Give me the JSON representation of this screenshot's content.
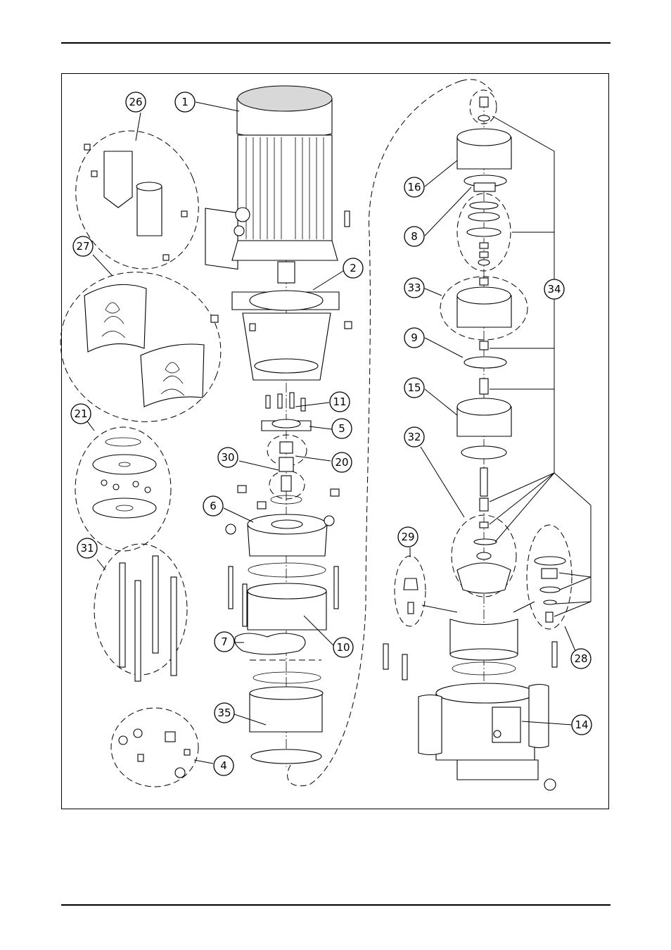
{
  "callouts": [
    {
      "id": "1"
    },
    {
      "id": "2"
    },
    {
      "id": "4"
    },
    {
      "id": "5"
    },
    {
      "id": "6"
    },
    {
      "id": "7"
    },
    {
      "id": "8"
    },
    {
      "id": "9"
    },
    {
      "id": "10"
    },
    {
      "id": "11"
    },
    {
      "id": "14"
    },
    {
      "id": "15"
    },
    {
      "id": "16"
    },
    {
      "id": "20"
    },
    {
      "id": "21"
    },
    {
      "id": "26"
    },
    {
      "id": "27"
    },
    {
      "id": "28"
    },
    {
      "id": "29"
    },
    {
      "id": "30"
    },
    {
      "id": "31"
    },
    {
      "id": "32"
    },
    {
      "id": "33"
    },
    {
      "id": "34"
    },
    {
      "id": "35"
    }
  ],
  "colors": {
    "line": "#000000",
    "fill": "#ffffff",
    "shade": "#d8d8d8"
  }
}
